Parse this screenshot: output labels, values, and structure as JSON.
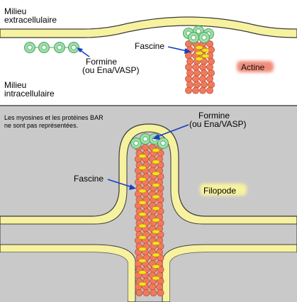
{
  "top": {
    "medium_extracellular": [
      "Milieu",
      "extracellulaire"
    ],
    "medium_intracellular": [
      "Milieu",
      "intracellulaire"
    ],
    "formin_label": [
      "Formine",
      "(ou Ena/VASP)"
    ],
    "fascin_label": "Fascine",
    "actin_label": "Actine"
  },
  "bottom": {
    "note": [
      "Les myosines et les protéines BAR",
      "ne sont pas représentées."
    ],
    "formin_label": [
      "Formine",
      "(ou Ena/VASP)"
    ],
    "fascin_label": "Fascine",
    "filopode_label": "Filopode"
  },
  "colors": {
    "membrane": "#f7f2a0",
    "membrane_stroke": "#3a3a3a",
    "cytoplasm": "#c9c9c9",
    "actin": "#ef7a5c",
    "fascin": "#f6e21a",
    "formin": "#9be0a8",
    "arrow": "#1a3ec7",
    "label_glow": "#f08d7a"
  }
}
